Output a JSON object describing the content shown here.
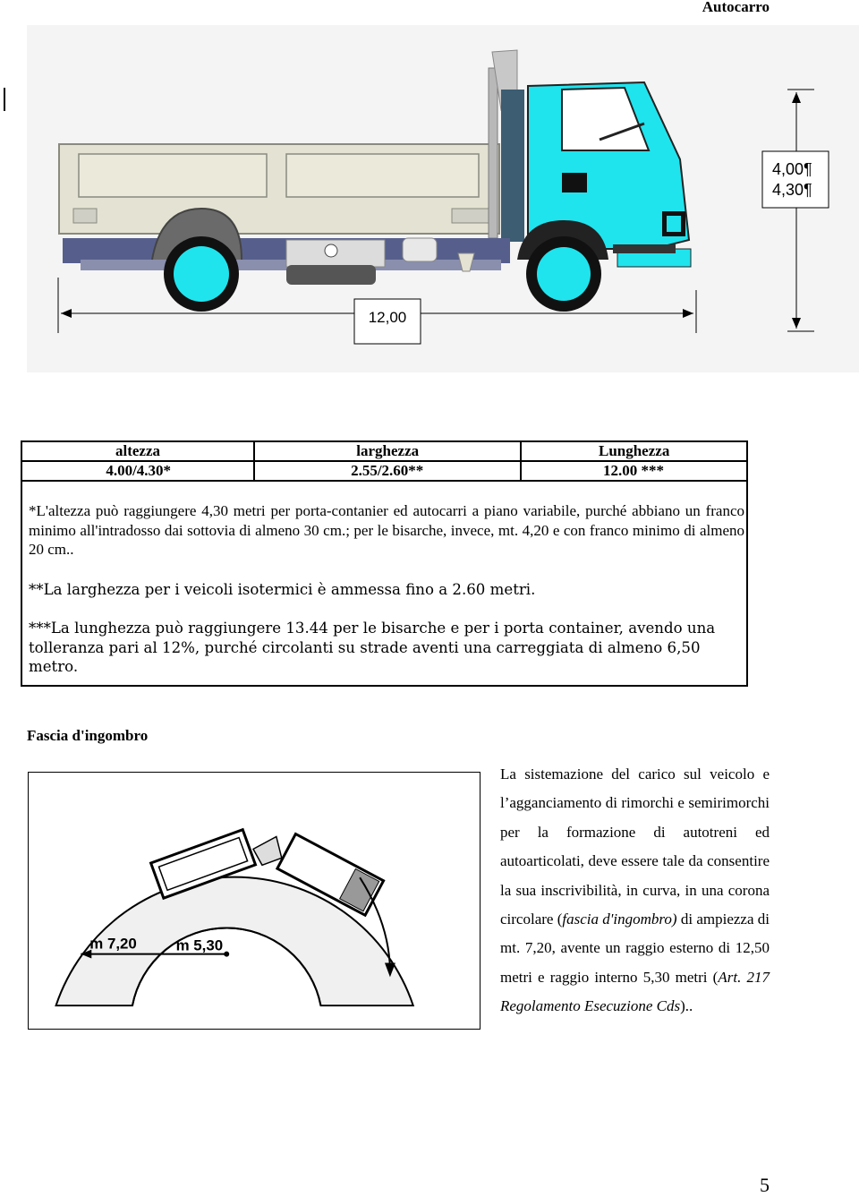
{
  "header": {
    "title": "Autocarro"
  },
  "truck_figure": {
    "height_label_line1": "4,00¶",
    "height_label_line2": "4,30¶",
    "length_label": "12,00",
    "colors": {
      "cab": "#1fe4ee",
      "body": "#e4e2d2",
      "chassis": "#565f8c"
    }
  },
  "dimensions_table": {
    "headers": [
      "altezza",
      "larghezza",
      "Lunghezza"
    ],
    "values": [
      "4.00/4.30*",
      "2.55/2.60**",
      "12.00 ***"
    ]
  },
  "notes": {
    "note1": "*L'altezza può raggiungere 4,30 metri per porta-contanier ed autocarri a piano variabile, purché abbiano un franco minimo all'intradosso dai sottovia di almeno 30 cm.; per le bisarche, invece, mt. 4,20 e con franco minimo di almeno 20 cm..",
    "note2": "**La larghezza per i veicoli isotermici è ammessa fino a 2.60 metri.",
    "note3": "***La lunghezza può raggiungere 13.44 per le bisarche e per i porta container, avendo una tolleranza pari al 12%, purché circolanti su strade aventi una carreggiata di almeno 6,50 metro."
  },
  "section": {
    "heading": "Fascia d'ingombro"
  },
  "fascia_figure": {
    "outer_label": "m 7,20",
    "inner_label": "m 5,30"
  },
  "fascia_text": {
    "part1": "La sistemazione del carico sul veicolo e l’agganciamento di rimorchi e semirimorchi per la formazione di autotreni ed autoarticolati, deve essere tale da consentire la sua inscrivibilità, in curva, in una corona circolare (",
    "italic1": "fascia d'ingombro)",
    "part2": " di ampiezza di mt. 7,20, avente un raggio esterno di 12,50 metri e raggio interno 5,30 metri (",
    "italic2": "Art. 217 Regolamento Esecuzione Cds",
    "part3": ").."
  },
  "footer": {
    "page_number": "5"
  }
}
